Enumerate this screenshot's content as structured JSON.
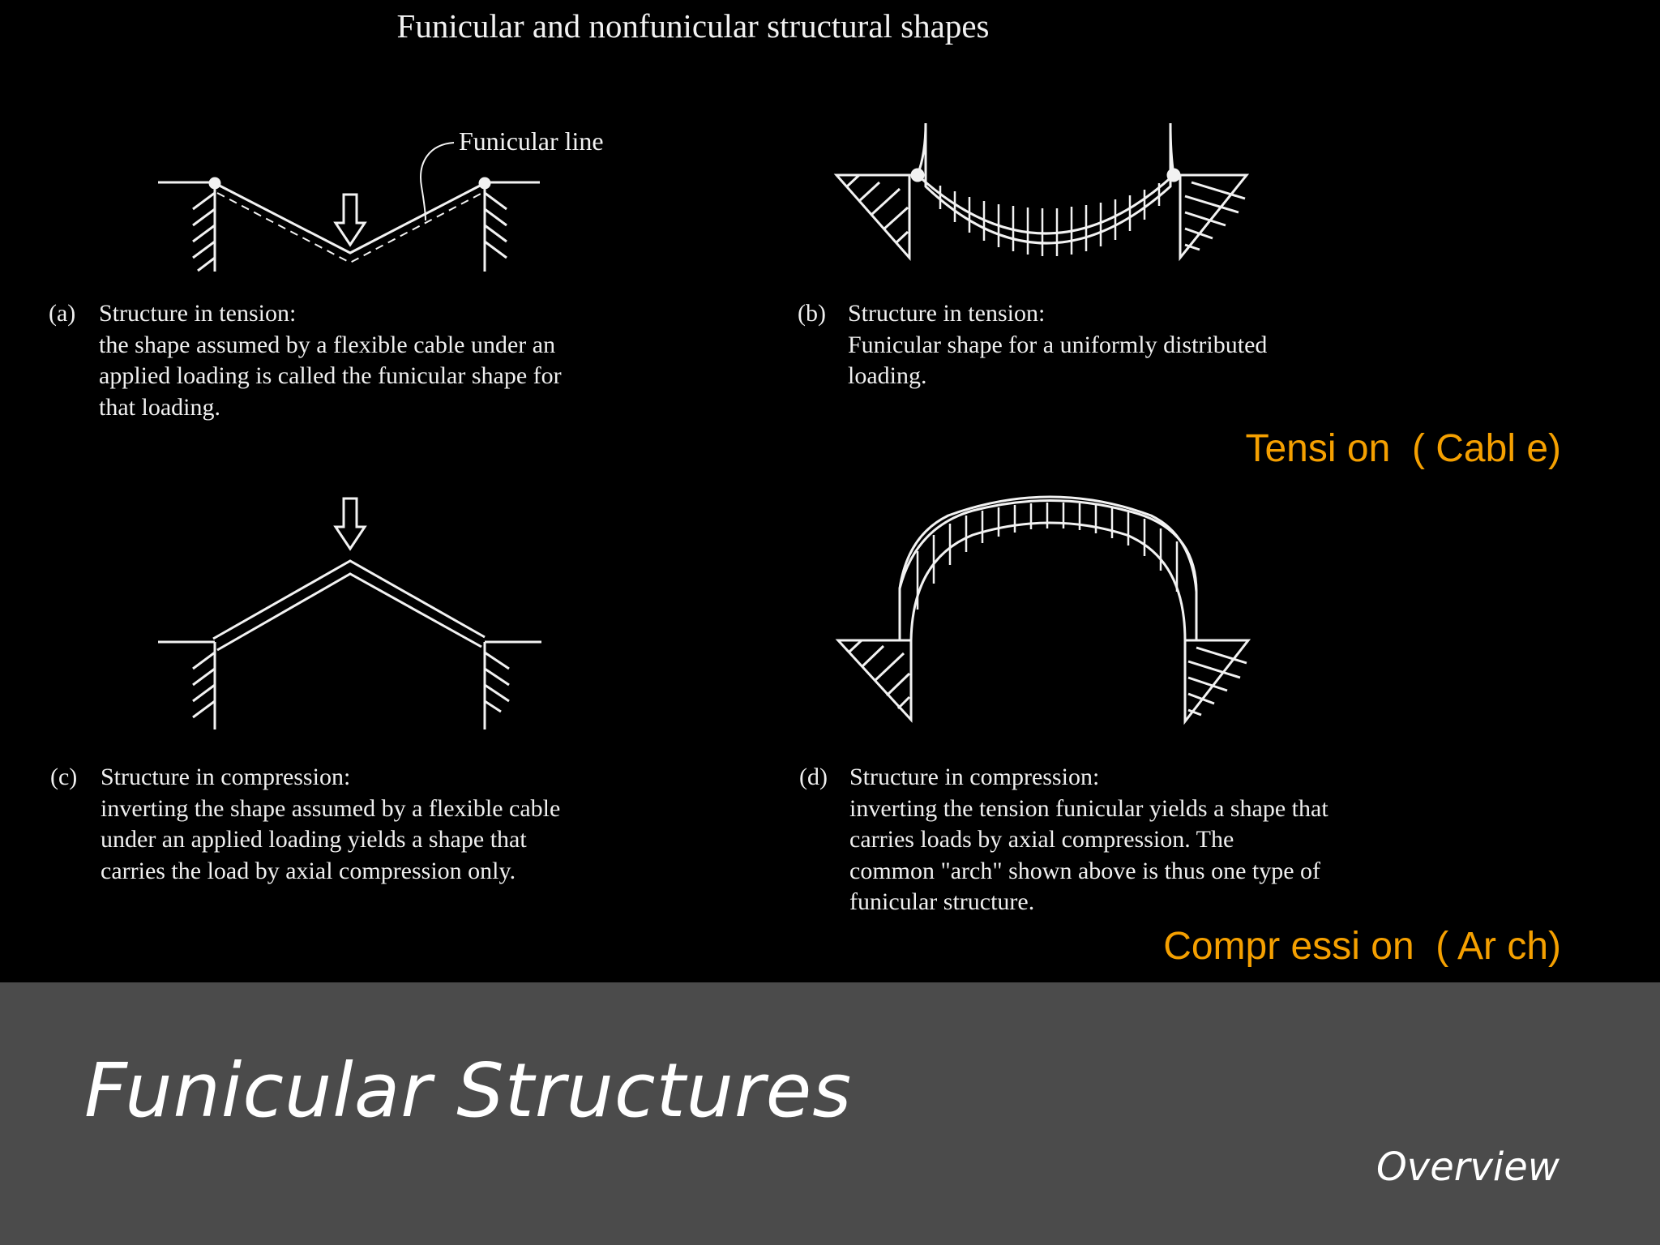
{
  "figure_title": "Funicular and nonfunicular structural shapes",
  "callout_label": "Funicular line",
  "panels": [
    {
      "tag": "(a)",
      "heading": "Structure in tension:",
      "lines": [
        "the shape assumed by a flexible cable under an",
        "applied loading is called the funicular shape for",
        "that loading."
      ]
    },
    {
      "tag": "(b)",
      "heading": "Structure in tension:",
      "lines": [
        "Funicular shape for a uniformly distributed",
        "loading."
      ]
    },
    {
      "tag": "(c)",
      "heading": "Structure in compression:",
      "lines": [
        "inverting the shape assumed by a flexible cable",
        "under an applied loading yields a shape that",
        "carries the load by axial compression only."
      ]
    },
    {
      "tag": "(d)",
      "heading": "Structure in compression:",
      "lines": [
        "inverting the tension funicular yields a shape that",
        "carries loads by axial compression.  The",
        "common \"arch\" shown above is thus one type of",
        "funicular structure."
      ]
    }
  ],
  "labels": {
    "tension": "Tensi on  ( Cabl e)",
    "compression": "Compr essi on  ( Ar ch)"
  },
  "footer": {
    "title": "Funicular Structures",
    "subtitle": "Overview"
  },
  "colors": {
    "background": "#000000",
    "footer_bg": "#4b4b4b",
    "accent": "#f5a000",
    "line": "#f2f2f2"
  }
}
